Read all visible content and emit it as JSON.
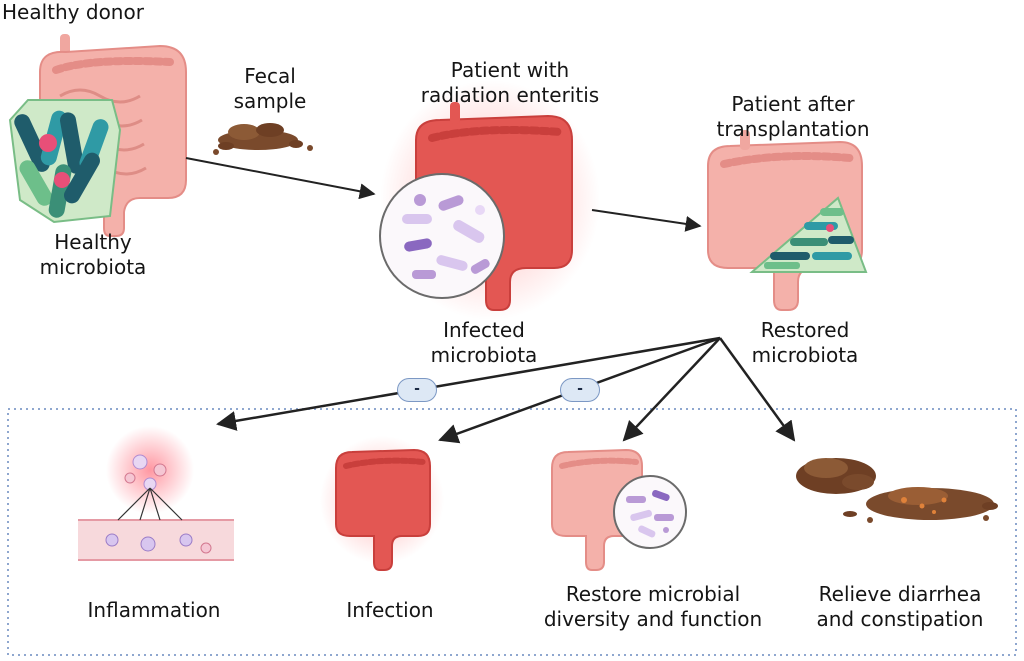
{
  "top": {
    "donor_title": "Healthy donor",
    "healthy_microbiota": [
      "Healthy",
      "microbiota"
    ],
    "fecal_sample": [
      "Fecal",
      "sample"
    ],
    "patient_enteritis": [
      "Patient with",
      "radiation enteritis"
    ],
    "infected_microbiota": [
      "Infected",
      "microbiota"
    ],
    "patient_after": [
      "Patient after",
      "transplantation"
    ],
    "restored_microbiota": [
      "Restored",
      "microbiota"
    ]
  },
  "inhibit_badges": [
    "-",
    "-"
  ],
  "outcomes": {
    "inflammation": "Inflammation",
    "infection": "Infection",
    "restore_diversity": [
      "Restore microbial",
      "diversity and function"
    ],
    "relieve": [
      "Relieve diarrhea",
      "and constipation"
    ]
  },
  "colors": {
    "colon_healthy": "#f2a9a3",
    "colon_inflamed": "#e35753",
    "stool": "#7a4a2c",
    "panel_border": "#8fa7cf",
    "microbe_dark": "#1f5c6b",
    "microbe_teal": "#2f9aa5",
    "microbe_green": "#6dbf8a",
    "microbe_pink": "#e84f78",
    "microbe_lilac": "#b99ad6"
  }
}
